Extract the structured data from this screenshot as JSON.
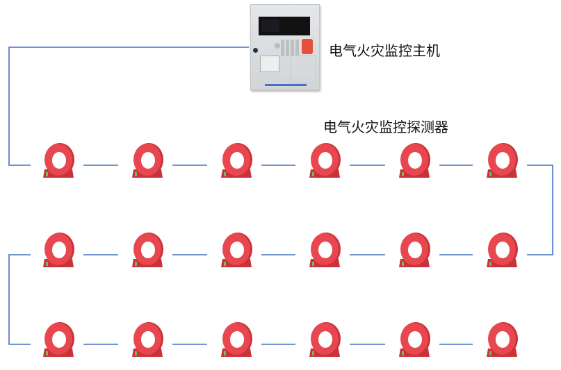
{
  "host": {
    "label": "电气火灾监控主机"
  },
  "detectors": {
    "label": "电气火灾监控探测器",
    "rows": 3,
    "per_row": 6
  },
  "colors": {
    "wire": "#4472c4",
    "detector": "#e8474f",
    "detector_dark": "#c9323a"
  }
}
